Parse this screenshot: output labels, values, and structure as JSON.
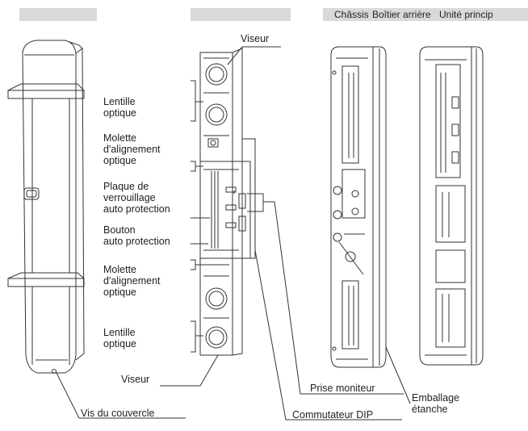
{
  "headers": {
    "chassis": "Châssis",
    "back_case": "Boîtier arrière",
    "main_unit": "Unité princip"
  },
  "labels": {
    "viseur_top": "Viseur",
    "lentille_top": [
      "Lentille",
      "optique"
    ],
    "molette_top": [
      "Molette",
      "d'alignement",
      "optique"
    ],
    "plaque": [
      "Plaque de",
      "verrouillage",
      "auto protection"
    ],
    "bouton": [
      "Bouton",
      "auto protection"
    ],
    "molette_bottom": [
      "Molette",
      "d'alignement",
      "optique"
    ],
    "lentille_bottom": [
      "Lentille",
      "optique"
    ],
    "viseur_bottom": "Viseur",
    "vis": "Vis du couvercle",
    "prise": "Prise moniteur",
    "commutateur": "Commutateur DIP",
    "emballage": [
      "Emballage",
      "étanche"
    ]
  },
  "colors": {
    "line": "#333333",
    "header_bar": "#d9d9d9"
  }
}
